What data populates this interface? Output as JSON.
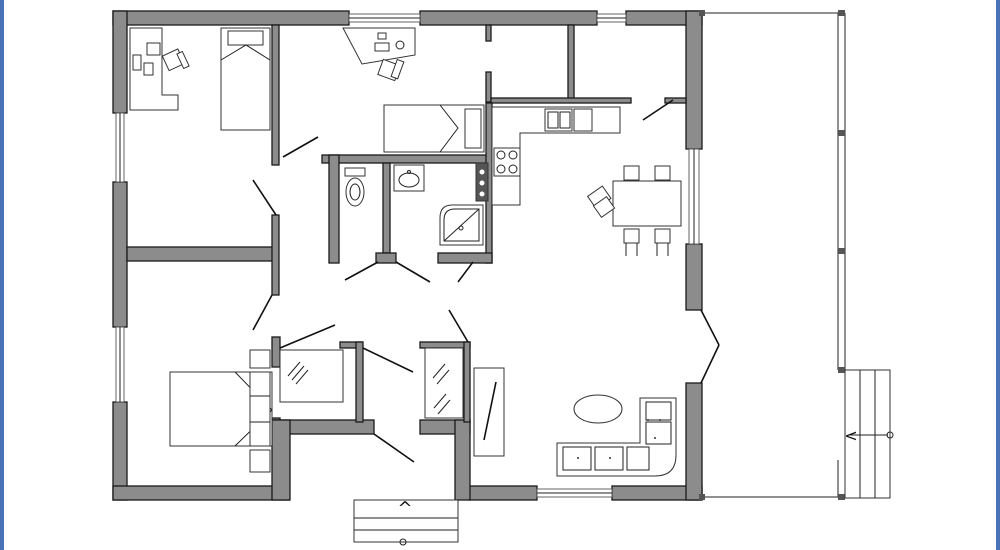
{
  "frame": {
    "border_color": "#4a72b8"
  },
  "floor_plan": {
    "wall_fill": "#8c8c8c",
    "line_color": "#1a1a1a",
    "background": "#ffffff",
    "rooms": [
      "study",
      "bedroom-1",
      "office",
      "bathroom",
      "kitchen",
      "dining",
      "bedroom-2",
      "living-room",
      "porch"
    ],
    "fixtures": [
      "desk",
      "office-chair",
      "single-bed",
      "toilet",
      "sink",
      "shower",
      "stove",
      "kitchen-sink",
      "dining-table",
      "dining-chair",
      "double-bed",
      "wardrobe",
      "corner-sofa",
      "coffee-table",
      "tv-unit",
      "entrance-steps"
    ],
    "entrance_marker": "^",
    "porch_arrow": "<"
  }
}
